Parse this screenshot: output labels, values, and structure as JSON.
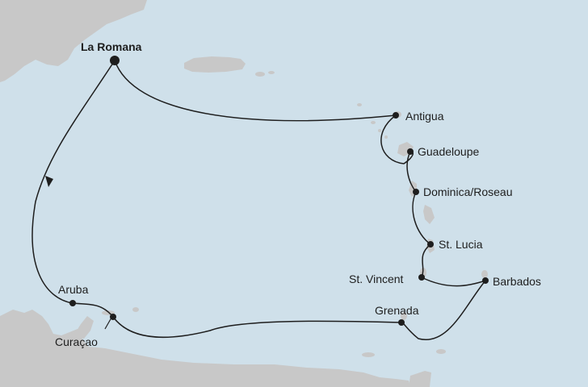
{
  "map": {
    "colors": {
      "sea": "#cfe0ea",
      "land": "#c8c8c8",
      "route": "#1e1e1e",
      "marker": "#1e1e1e"
    },
    "ports": {
      "la_romana": "La Romana",
      "antigua": "Antigua",
      "guadeloupe": "Guadeloupe",
      "dominica": "Dominica/Roseau",
      "st_lucia": "St. Lucia",
      "st_vincent": "St. Vincent",
      "barbados": "Barbados",
      "grenada": "Grenada",
      "aruba": "Aruba",
      "curacao": "Curaçao"
    },
    "home_port_icon": "large-dot-icon",
    "port_icon": "dot-icon",
    "direction_icon": "arrowhead-icon"
  }
}
